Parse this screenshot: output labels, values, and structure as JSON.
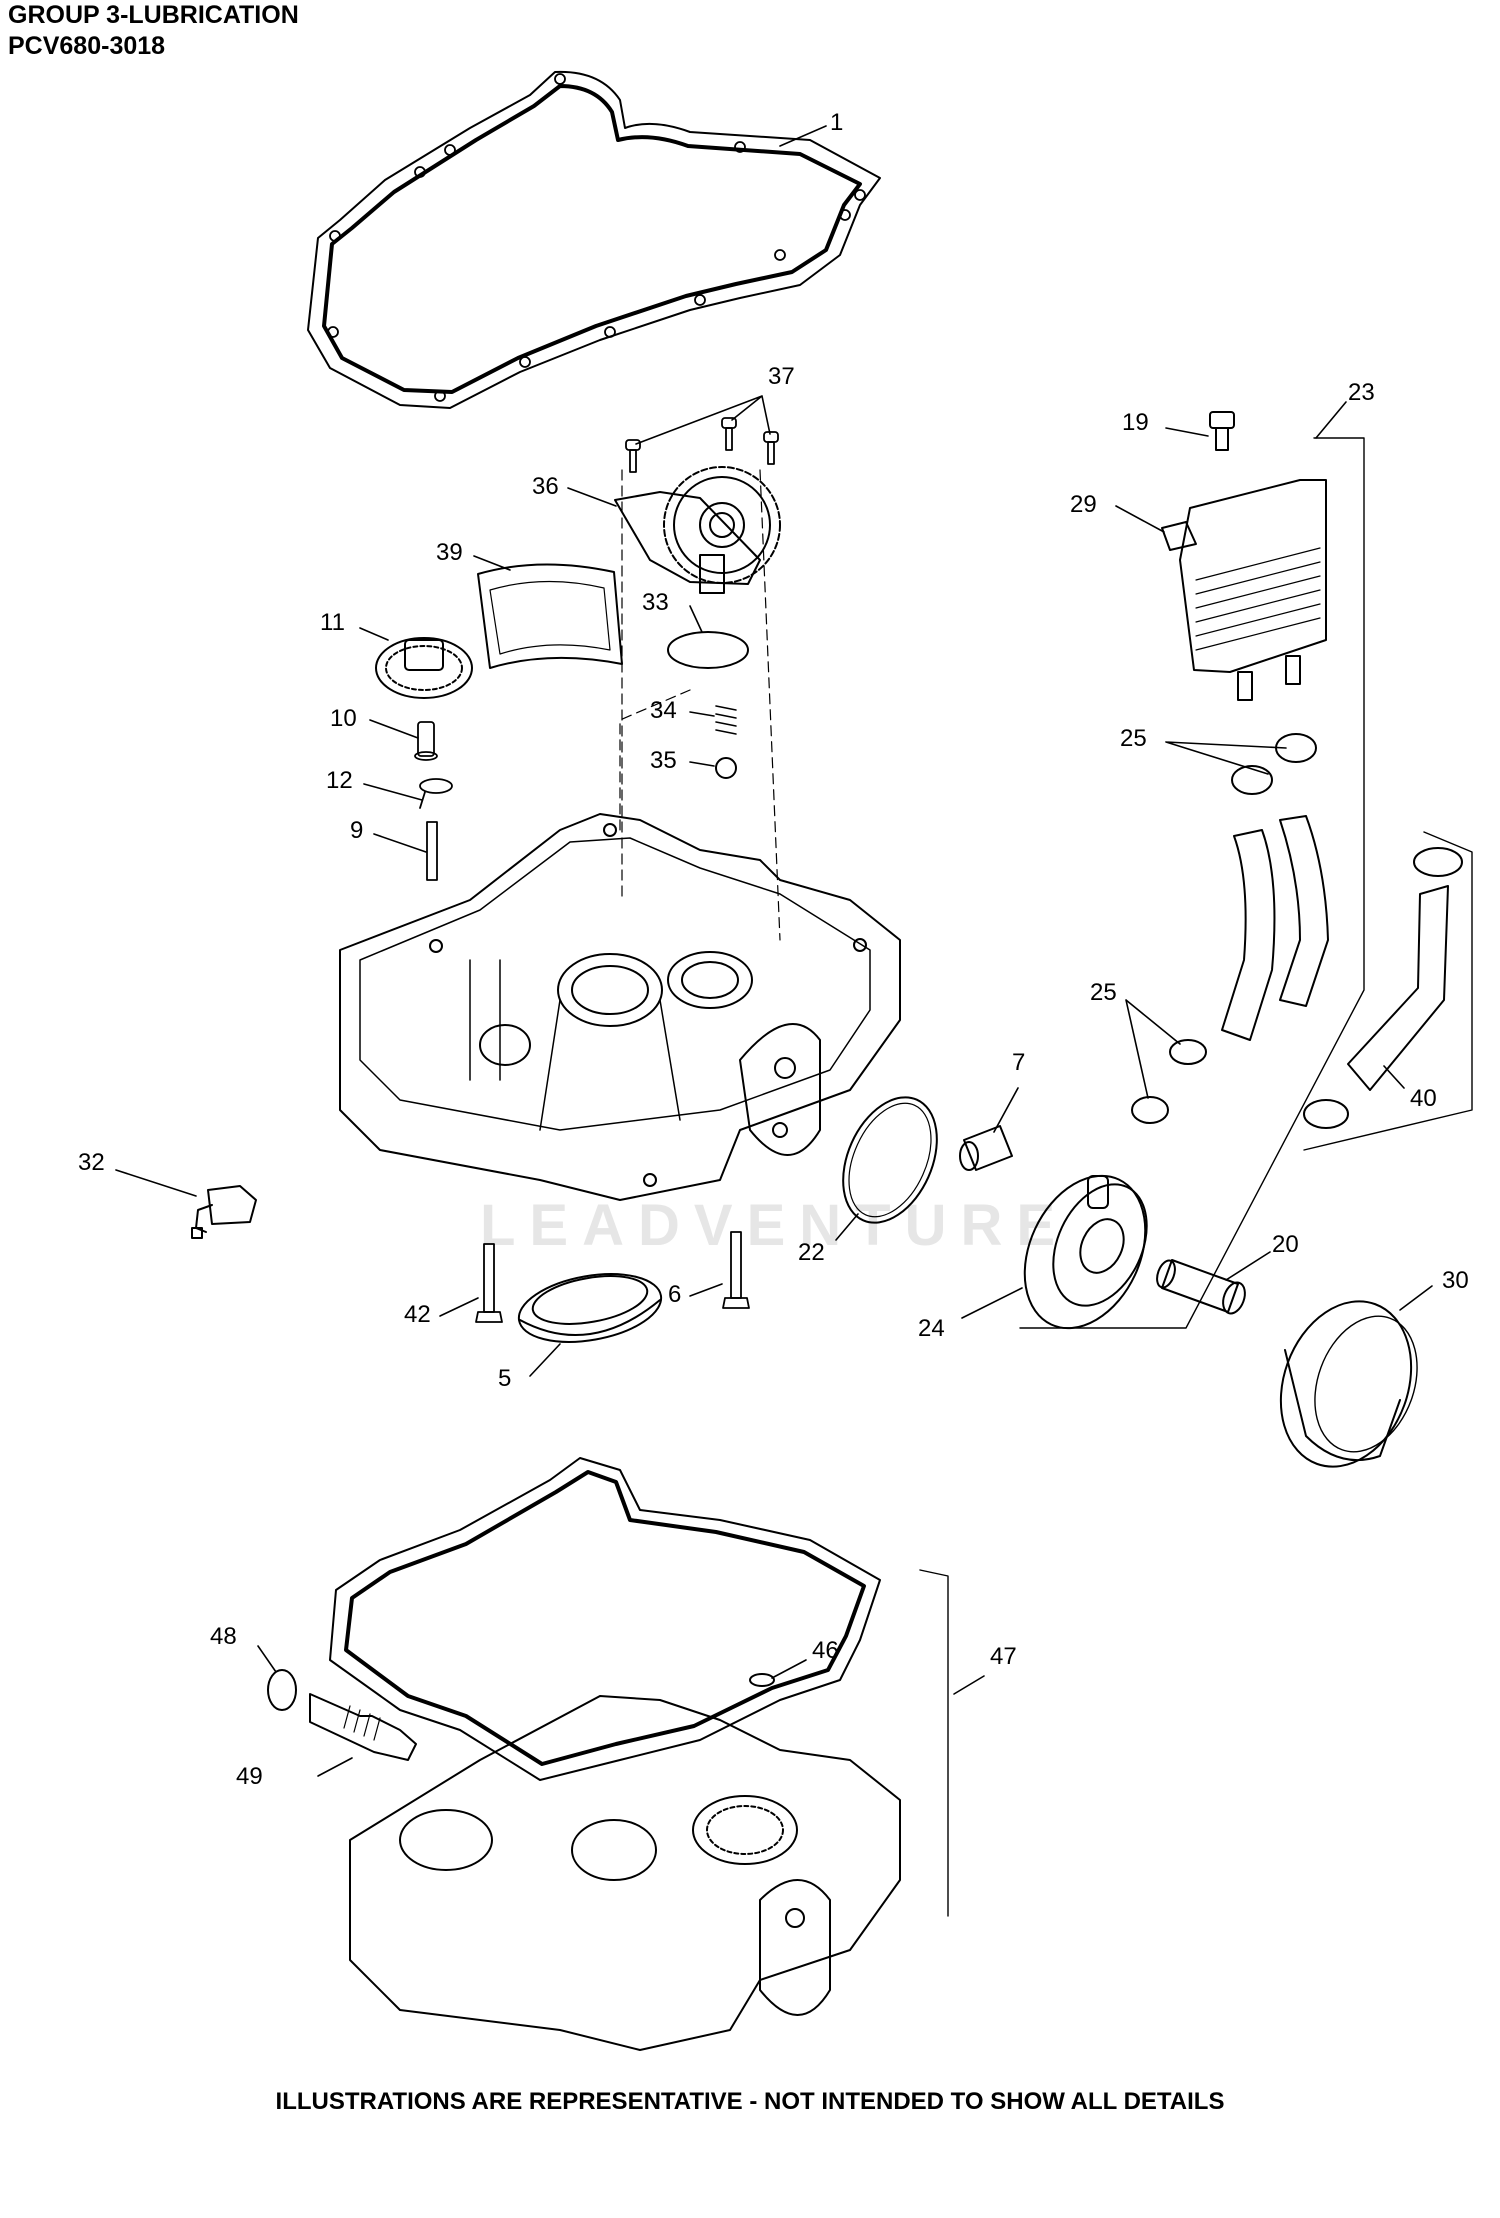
{
  "header": {
    "title": "GROUP 3-LUBRICATION",
    "model": "PCV680-3018"
  },
  "footer": {
    "note": "ILLUSTRATIONS ARE REPRESENTATIVE - NOT INTENDED TO SHOW ALL DETAILS"
  },
  "watermark": "LEADVENTURE",
  "callouts": [
    {
      "id": "c1",
      "label": "1"
    },
    {
      "id": "c37",
      "label": "37"
    },
    {
      "id": "c36",
      "label": "36"
    },
    {
      "id": "c39",
      "label": "39"
    },
    {
      "id": "c11",
      "label": "11"
    },
    {
      "id": "c33",
      "label": "33"
    },
    {
      "id": "c34",
      "label": "34"
    },
    {
      "id": "c35",
      "label": "35"
    },
    {
      "id": "c10",
      "label": "10"
    },
    {
      "id": "c12",
      "label": "12"
    },
    {
      "id": "c9",
      "label": "9"
    },
    {
      "id": "c19",
      "label": "19"
    },
    {
      "id": "c23",
      "label": "23"
    },
    {
      "id": "c29",
      "label": "29"
    },
    {
      "id": "c25a",
      "label": "25"
    },
    {
      "id": "c25b",
      "label": "25"
    },
    {
      "id": "c7",
      "label": "7"
    },
    {
      "id": "c40",
      "label": "40"
    },
    {
      "id": "c32",
      "label": "32"
    },
    {
      "id": "c22",
      "label": "22"
    },
    {
      "id": "c20",
      "label": "20"
    },
    {
      "id": "c30",
      "label": "30"
    },
    {
      "id": "c24",
      "label": "24"
    },
    {
      "id": "c42",
      "label": "42"
    },
    {
      "id": "c6",
      "label": "6"
    },
    {
      "id": "c5",
      "label": "5"
    },
    {
      "id": "c48",
      "label": "48"
    },
    {
      "id": "c46",
      "label": "46"
    },
    {
      "id": "c47",
      "label": "47"
    },
    {
      "id": "c49",
      "label": "49"
    }
  ]
}
